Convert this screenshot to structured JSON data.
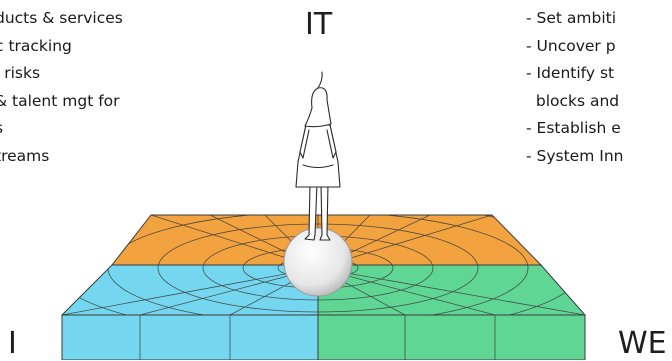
{
  "left_list": [
    "ducts & services",
    "c tracking",
    "l risks",
    "& talent mgt for",
    "s",
    "treams"
  ],
  "right_list": [
    "- Set ambiti",
    "- Uncover p",
    "- Identify st",
    "  blocks and",
    "- Establish e",
    "- System Inn"
  ],
  "labels": {
    "top": "IT",
    "left": "I",
    "right": "WE"
  },
  "colors": {
    "orange": "#f2a33f",
    "cyan": "#75d7ef",
    "green": "#60d695",
    "grid": "#3a3a3a",
    "sphere": "#e8e8e8"
  }
}
